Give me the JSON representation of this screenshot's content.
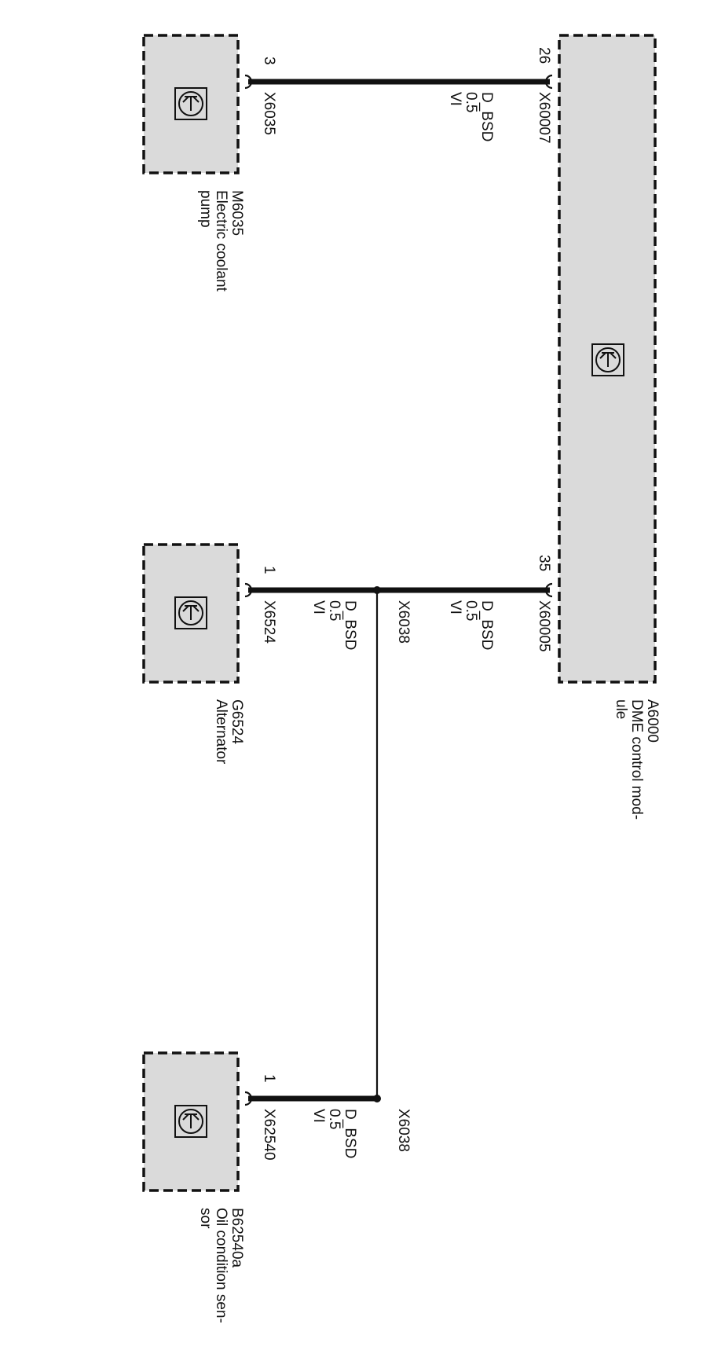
{
  "components": {
    "dme": {
      "id": "A6000",
      "name": "DME control mod-\nule"
    },
    "pump": {
      "id": "M6035",
      "name": "Electric coolant\npump"
    },
    "alt": {
      "id": "G6524",
      "name": "Alternator"
    },
    "oil": {
      "id": "B62540a",
      "name": "Oil condition sen-\nsor"
    }
  },
  "connectors": {
    "dme_top": {
      "pin": "26",
      "connector": "X60007"
    },
    "dme_mid": {
      "pin": "35",
      "connector": "X60005"
    },
    "pump": {
      "pin": "3",
      "connector": "X6035"
    },
    "alt": {
      "pin": "1",
      "connector": "X6524"
    },
    "oil": {
      "pin": "1",
      "connector": "X62540"
    }
  },
  "splices": {
    "s1": "X6038",
    "s2": "X6038"
  },
  "wires": {
    "w1": {
      "signal": "D_BSD",
      "size": "0.5",
      "color": "VI"
    },
    "w2": {
      "signal": "D_BSD",
      "size": "0.5",
      "color": "VI"
    },
    "w3": {
      "signal": "D_BSD",
      "size": "0.5",
      "color": "VI"
    },
    "w4": {
      "signal": "D_BSD",
      "size": "0.5",
      "color": "VI"
    }
  }
}
